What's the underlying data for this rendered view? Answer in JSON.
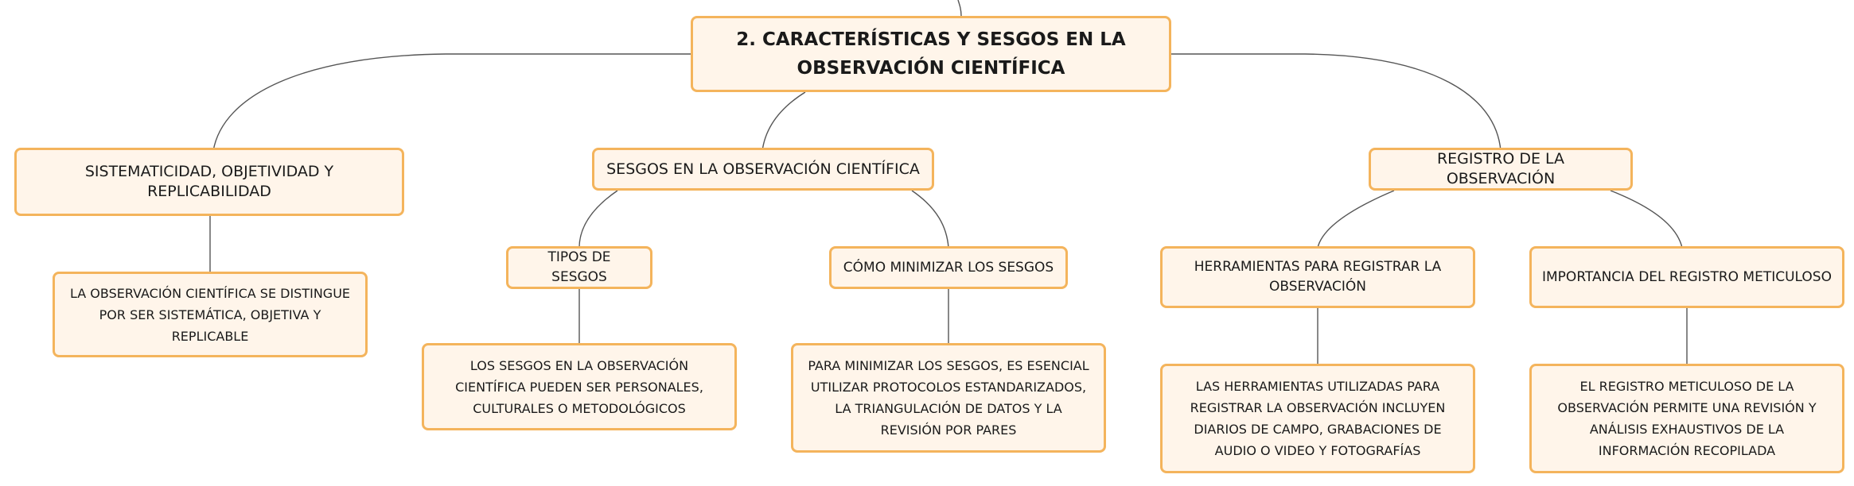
{
  "colors": {
    "node_fill": "#fff5ea",
    "node_border": "#f4b45c",
    "connector": "#555555",
    "text": "#1a1a1a"
  },
  "root": {
    "label": "2. CARACTERÍSTICAS Y SESGOS EN LA OBSERVACIÓN CIENTÍFICA"
  },
  "branches": [
    {
      "label": "SISTEMATICIDAD, OBJETIVIDAD Y REPLICABILIDAD",
      "detail": "LA OBSERVACIÓN CIENTÍFICA SE DISTINGUE POR SER SISTEMÁTICA, OBJETIVA Y REPLICABLE"
    },
    {
      "label": "SESGOS EN LA OBSERVACIÓN CIENTÍFICA",
      "children": [
        {
          "label": "TIPOS DE SESGOS",
          "detail": "LOS SESGOS EN LA OBSERVACIÓN CIENTÍFICA PUEDEN SER PERSONALES, CULTURALES O METODOLÓGICOS"
        },
        {
          "label": "CÓMO MINIMIZAR LOS SESGOS",
          "detail": "PARA MINIMIZAR LOS SESGOS, ES ESENCIAL UTILIZAR PROTOCOLOS ESTANDARIZADOS, LA TRIANGULACIÓN DE DATOS Y LA REVISIÓN POR PARES"
        }
      ]
    },
    {
      "label": "REGISTRO DE LA OBSERVACIÓN",
      "children": [
        {
          "label": "HERRAMIENTAS PARA REGISTRAR LA OBSERVACIÓN",
          "detail": "LAS HERRAMIENTAS UTILIZADAS PARA REGISTRAR LA OBSERVACIÓN INCLUYEN DIARIOS DE CAMPO, GRABACIONES DE AUDIO O VIDEO Y FOTOGRAFÍAS"
        },
        {
          "label": "IMPORTANCIA DEL REGISTRO METICULOSO",
          "detail": "EL REGISTRO METICULOSO DE LA OBSERVACIÓN PERMITE UNA REVISIÓN Y ANÁLISIS EXHAUSTIVOS DE LA INFORMACIÓN RECOPILADA"
        }
      ]
    }
  ]
}
